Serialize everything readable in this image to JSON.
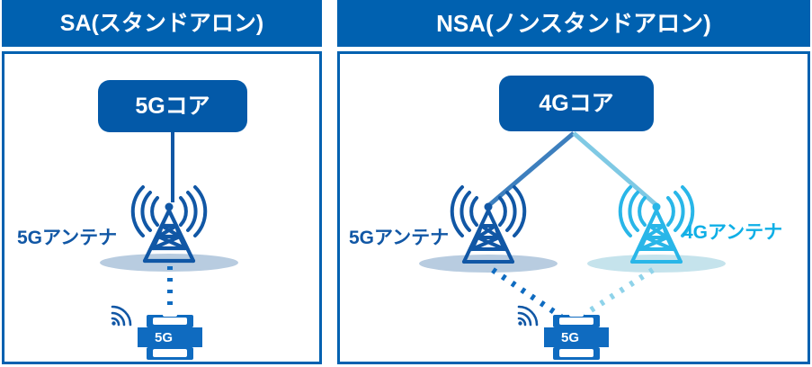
{
  "figure": {
    "panels": [
      {
        "id": "sa",
        "header": "SA(スタンドアロン)",
        "core": {
          "label": "5Gコア",
          "color": "#0359A8"
        },
        "antennas": [
          {
            "id": "sa-5g-antenna",
            "label": "5Gアンテナ",
            "color": "#1157A5"
          }
        ],
        "device": {
          "label": "5G",
          "icon": "smartphone-icon",
          "signal_icon": "wifi-signal-icon",
          "color": "#0F6BC0"
        },
        "links": [
          {
            "from": "5Gコア",
            "to": "5Gアンテナ",
            "style": "solid",
            "color": "#1157A5"
          },
          {
            "from": "5Gアンテナ",
            "to": "5G",
            "style": "dotted",
            "color": "#0F6BC0"
          }
        ]
      },
      {
        "id": "nsa",
        "header": "NSA(ノンスタンドアロン)",
        "core": {
          "label": "4Gコア",
          "color": "#0359A8"
        },
        "antennas": [
          {
            "id": "nsa-5g-antenna",
            "label": "5Gアンテナ",
            "color": "#1157A5"
          },
          {
            "id": "nsa-4g-antenna",
            "label": "4Gアンテナ",
            "color": "#0FAFE6"
          }
        ],
        "device": {
          "label": "5G",
          "icon": "smartphone-icon",
          "signal_icon": "wifi-signal-icon",
          "color": "#0F6BC0"
        },
        "links": [
          {
            "from": "4Gコア",
            "to": "5Gアンテナ",
            "style": "solid",
            "color": "#3D7FBE"
          },
          {
            "from": "4Gコア",
            "to": "4Gアンテナ",
            "style": "solid",
            "color": "#7FC9E4"
          },
          {
            "from": "5Gアンテナ",
            "to": "5G",
            "style": "dotted",
            "color": "#0F6BC0"
          },
          {
            "from": "4Gアンテナ",
            "to": "5G",
            "style": "dotted",
            "color": "#8FD3EA"
          }
        ]
      }
    ],
    "colors": {
      "brand_blue": "#0061B0",
      "core_blue": "#0359A8",
      "antenna_dark": "#1157A5",
      "antenna_light": "#0FAFE6",
      "shadow_dark": "#B8CCE0",
      "shadow_light": "#C5E3EC",
      "background": "#FFFFFF"
    }
  }
}
